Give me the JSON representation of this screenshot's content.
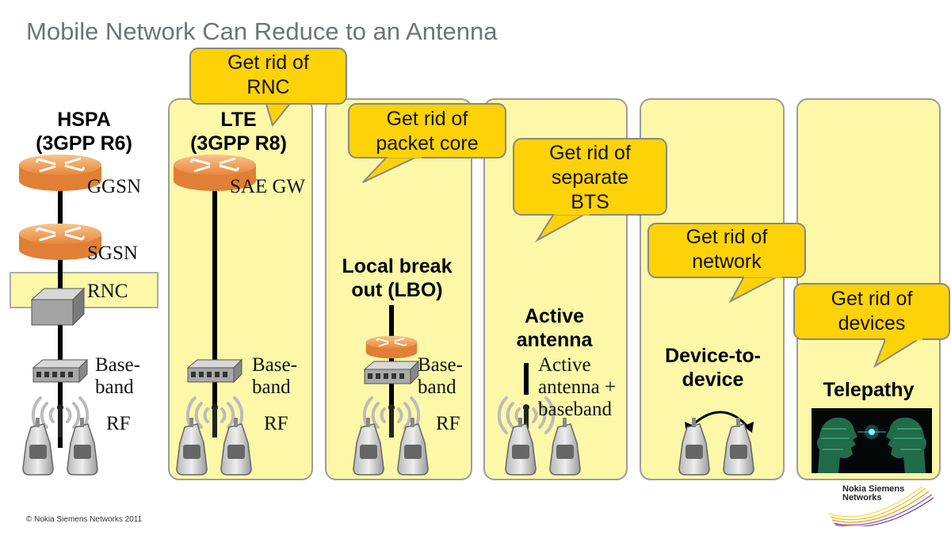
{
  "title": "Mobile Network Can Reduce to an Antenna",
  "columns": {
    "hspa": {
      "header_line1": "HSPA",
      "header_line2": "(3GPP R6)",
      "ggsn": "GGSN",
      "sgsn": "SGSN",
      "rnc": "RNC",
      "baseband_line1": "Base-",
      "baseband_line2": "band",
      "rf": "RF"
    },
    "lte": {
      "header_line1": "LTE",
      "header_line2": "(3GPP R8)",
      "sae_gw": "SAE GW",
      "baseband_line1": "Base-",
      "baseband_line2": "band",
      "rf": "RF"
    },
    "lbo": {
      "header_line1": "Local break",
      "header_line2": "out (LBO)",
      "baseband_line1": "Base-",
      "baseband_line2": "band",
      "rf": "RF"
    },
    "active": {
      "header_line1": "Active",
      "header_line2": "antenna",
      "desc_line1": "Active",
      "desc_line2": "antenna +",
      "desc_line3": "baseband"
    },
    "d2d": {
      "header_line1": "Device-to-",
      "header_line2": "device"
    },
    "telepathy": {
      "header": "Telepathy"
    }
  },
  "bubbles": {
    "rnc": {
      "line1": "Get rid of",
      "line2": "RNC"
    },
    "packet_core": {
      "line1": "Get rid of",
      "line2": "packet core"
    },
    "bts": {
      "line1": "Get rid of",
      "line2": "separate",
      "line3": "BTS"
    },
    "network": {
      "line1": "Get rid of",
      "line2": "network"
    },
    "devices": {
      "line1": "Get rid of",
      "line2": "devices"
    }
  },
  "footer": {
    "copyright": "© Nokia Siemens Networks 2011",
    "logo_line1": "Nokia Siemens",
    "logo_line2": "Networks"
  },
  "colors": {
    "panel": "#fcf8a8",
    "panel_border": "#9c9c9c",
    "bubble": "#fdd207",
    "router": "#f3a35b",
    "title": "#6d7478"
  }
}
